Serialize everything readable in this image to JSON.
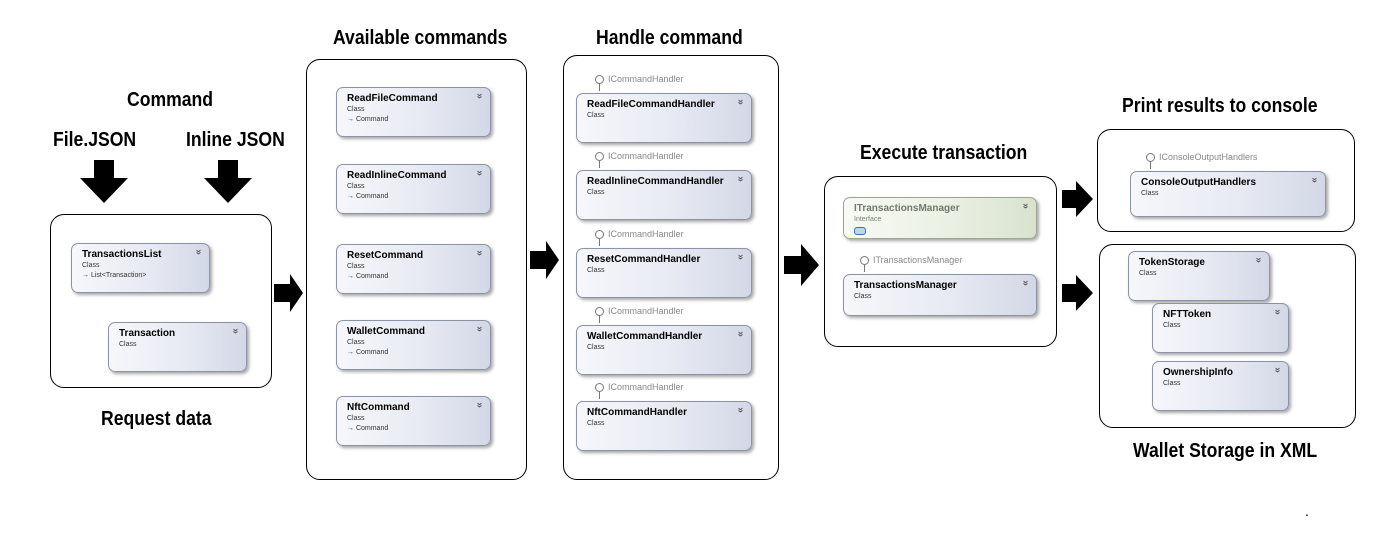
{
  "headings": {
    "command": "Command",
    "file_json": "File.JSON",
    "inline_json": "Inline JSON",
    "request_data": "Request data",
    "available_commands": "Available commands",
    "handle_command": "Handle command",
    "execute_transaction": "Execute transaction",
    "print_results": "Print results to console",
    "wallet_storage": "Wallet Storage in XML"
  },
  "request": {
    "transactions_list": {
      "title": "TransactionsList",
      "kind": "Class",
      "base": "→ List<Transaction>"
    },
    "transaction": {
      "title": "Transaction",
      "kind": "Class"
    }
  },
  "commands": [
    {
      "title": "ReadFileCommand",
      "kind": "Class",
      "base": "→ Command"
    },
    {
      "title": "ReadInlineCommand",
      "kind": "Class",
      "base": "→ Command"
    },
    {
      "title": "ResetCommand",
      "kind": "Class",
      "base": "→ Command"
    },
    {
      "title": "WalletCommand",
      "kind": "Class",
      "base": "→ Command"
    },
    {
      "title": "NftCommand",
      "kind": "Class",
      "base": "→ Command"
    }
  ],
  "handlers": [
    {
      "interface": "ICommandHandler",
      "title": "ReadFileCommandHandler",
      "kind": "Class"
    },
    {
      "interface": "ICommandHandler",
      "title": "ReadInlineCommandHandler",
      "kind": "Class"
    },
    {
      "interface": "ICommandHandler",
      "title": "ResetCommandHandler",
      "kind": "Class"
    },
    {
      "interface": "ICommandHandler",
      "title": "WalletCommandHandler",
      "kind": "Class"
    },
    {
      "interface": "ICommandHandler",
      "title": "NftCommandHandler",
      "kind": "Class"
    }
  ],
  "execute": {
    "interface_card": {
      "title": "ITransactionsManager",
      "kind": "Interface"
    },
    "manager": {
      "interface": "ITransactionsManager",
      "title": "TransactionsManager",
      "kind": "Class"
    }
  },
  "console": {
    "interface": "IConsoleOutputHandlers",
    "title": "ConsoleOutputHandlers",
    "kind": "Class"
  },
  "storage": {
    "token_storage": {
      "title": "TokenStorage",
      "kind": "Class"
    },
    "nft_token": {
      "title": "NFTToken",
      "kind": "Class"
    },
    "ownership_info": {
      "title": "OwnershipInfo",
      "kind": "Class"
    }
  },
  "chevron": "»",
  "footer_dot": ".",
  "colors": {
    "arrow": "#000000",
    "card_border": "#8a93a8",
    "interface_text": "#6f7a68"
  }
}
